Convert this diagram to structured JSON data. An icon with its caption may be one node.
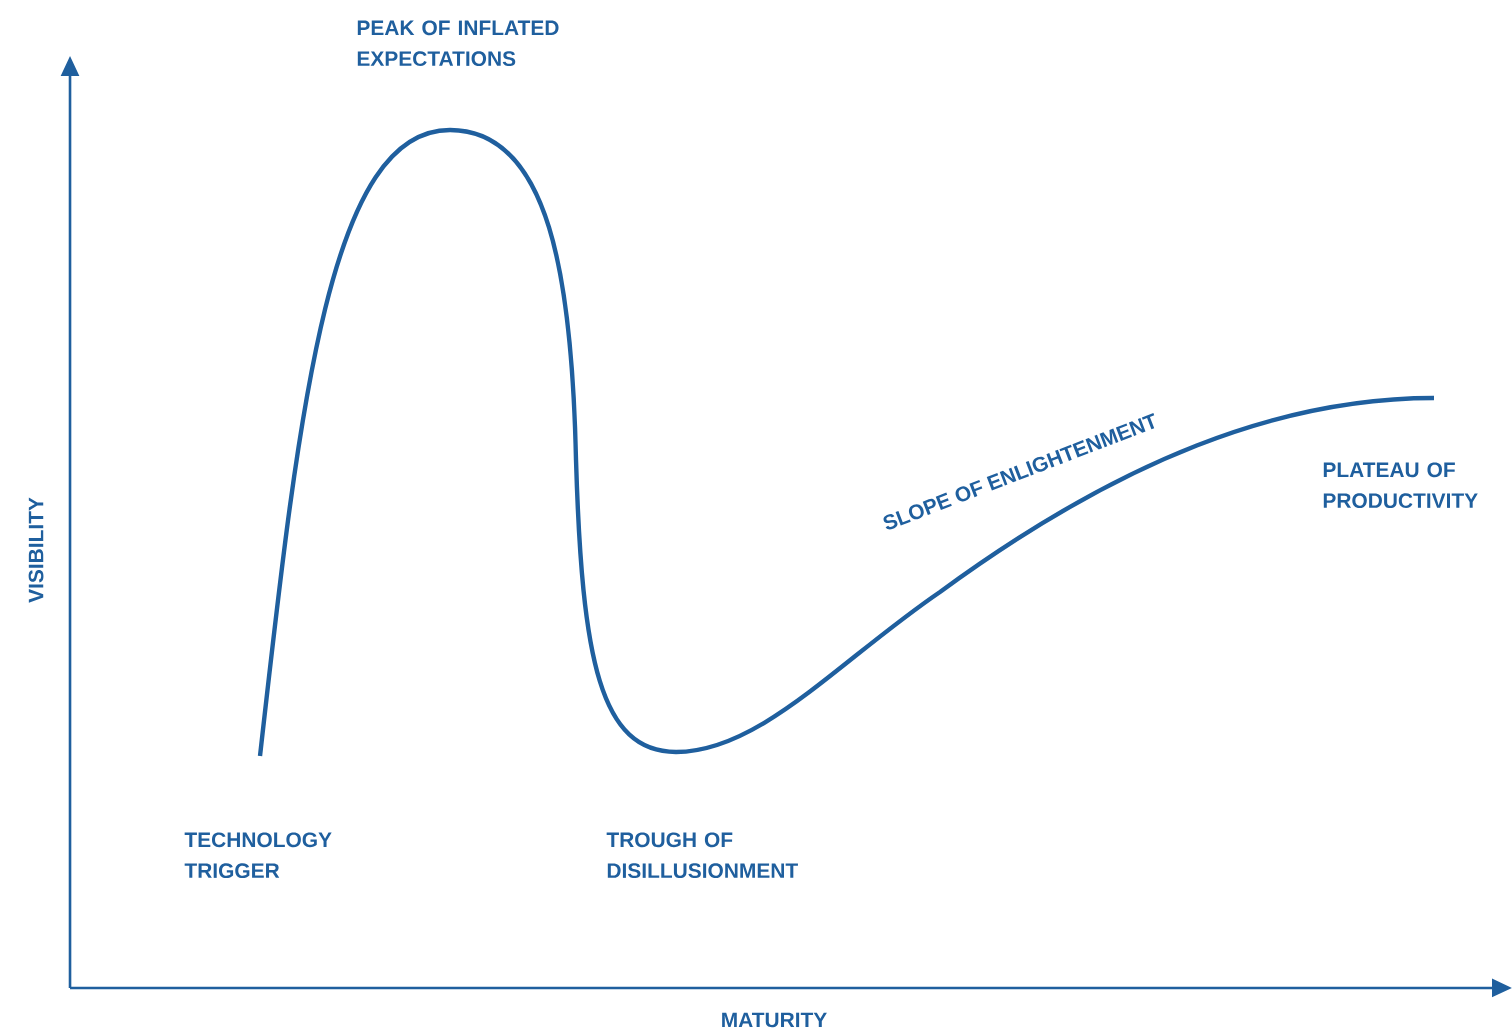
{
  "diagram": {
    "labels": [
      "PEAK OF INFLATED EXPECTATIONS",
      "VISIBILITY",
      "SLOPE OF ENLIGHTENMENT",
      "PLATEAU OF PRODUCTIVITY",
      "TECHNOLOGY TRIGGER",
      "TROUGH OF DISILLUSIONMENT",
      "MATURITY"
    ]
  }
}
